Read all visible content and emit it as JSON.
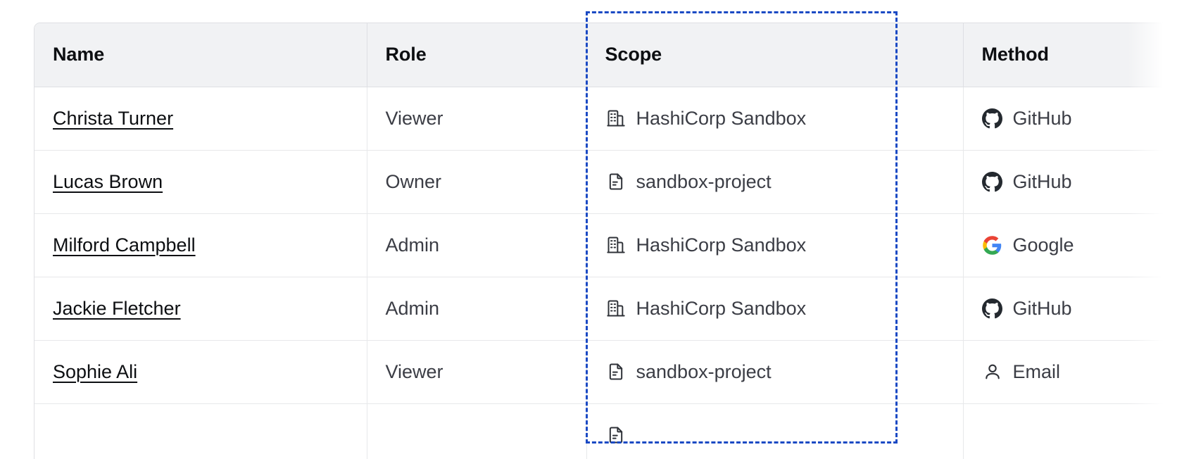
{
  "table": {
    "columns": [
      {
        "key": "name",
        "label": "Name"
      },
      {
        "key": "role",
        "label": "Role"
      },
      {
        "key": "scope",
        "label": "Scope"
      },
      {
        "key": "method",
        "label": "Method"
      }
    ],
    "rows": [
      {
        "name": "Christa Turner",
        "role": "Viewer",
        "scope": "HashiCorp Sandbox",
        "scope_icon": "organization-building-icon",
        "method": "GitHub",
        "method_icon": "github-icon"
      },
      {
        "name": "Lucas Brown",
        "role": "Owner",
        "scope": "sandbox-project",
        "scope_icon": "project-document-icon",
        "method": "GitHub",
        "method_icon": "github-icon"
      },
      {
        "name": "Milford Campbell",
        "role": "Admin",
        "scope": "HashiCorp Sandbox",
        "scope_icon": "organization-building-icon",
        "method": "Google",
        "method_icon": "google-icon"
      },
      {
        "name": "Jackie Fletcher",
        "role": "Admin",
        "scope": "HashiCorp Sandbox",
        "scope_icon": "organization-building-icon",
        "method": "GitHub",
        "method_icon": "github-icon"
      },
      {
        "name": "Sophie Ali",
        "role": "Viewer",
        "scope": "sandbox-project",
        "scope_icon": "project-document-icon",
        "method": "Email",
        "method_icon": "user-person-icon"
      },
      {
        "name": "",
        "role": "",
        "scope": "",
        "scope_icon": "project-document-icon",
        "method": "",
        "method_icon": ""
      }
    ]
  },
  "highlight": {
    "target_column": "Scope",
    "style": "dashed-rectangle",
    "color": "#1b4ac4"
  },
  "colors": {
    "header_background": "#f1f2f4",
    "header_text": "#0d0f12",
    "body_text": "#3b3d45",
    "border": "#dedfe3",
    "row_border": "#e7e8ea",
    "link_text": "#0d0f12",
    "highlight": "#1b4ac4",
    "google_blue": "#4285f4",
    "google_red": "#ea4335",
    "google_yellow": "#fbbc05",
    "google_green": "#34a853",
    "github_black": "#24292f"
  }
}
